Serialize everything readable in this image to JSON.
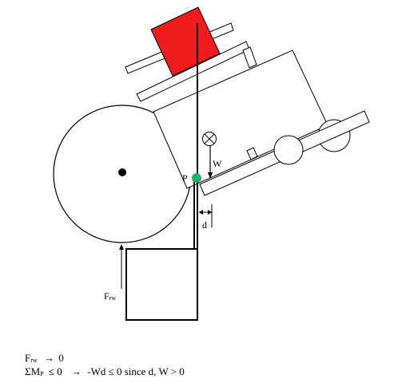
{
  "labels": {
    "pivot": "P",
    "weight": "W",
    "distance": "d",
    "force_main": "F",
    "force_sub": "rw"
  },
  "equations": {
    "line1": {
      "main": "F",
      "sub": "rw",
      "arrow": "→",
      "rest": "0"
    },
    "line2": {
      "sum": "ΣM",
      "sub": "P",
      "rel": "≤ 0",
      "arrow": "→",
      "rest": "-Wd ≤ 0 since d, W > 0"
    }
  },
  "colors": {
    "block": "#ee1c1c",
    "pivot": "#22b36b",
    "stroke": "#000000"
  },
  "icons": {
    "weight_marker": "circle-x-icon",
    "force_arrow": "up-arrow-icon",
    "moment_arm": "dimension-arrows-icon"
  }
}
